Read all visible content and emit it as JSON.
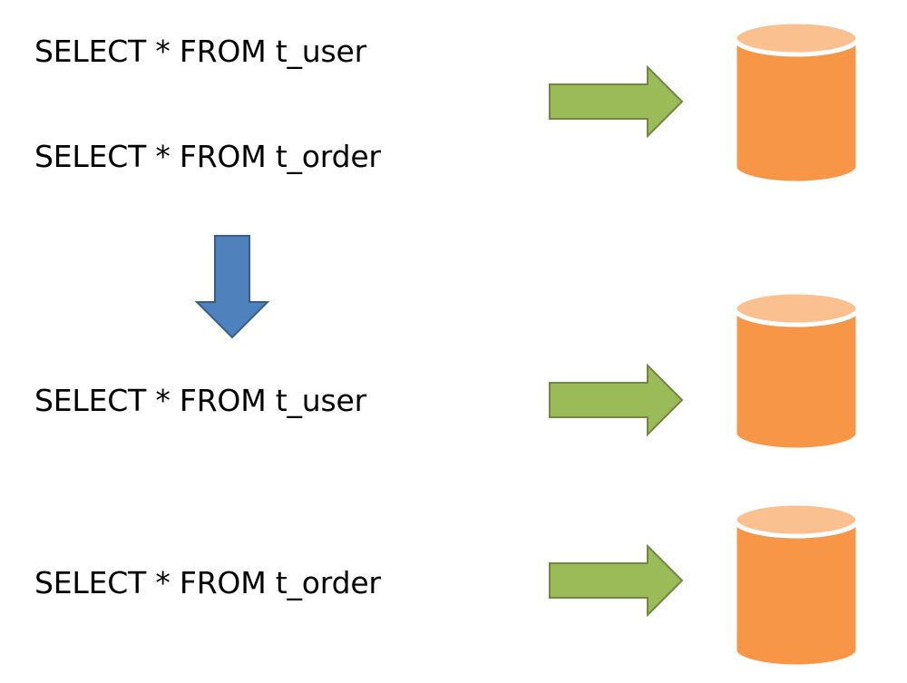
{
  "before": {
    "queries": [
      "SELECT * FROM t_user",
      "SELECT * FROM t_order"
    ]
  },
  "after": {
    "queries": [
      "SELECT * FROM t_user",
      "SELECT * FROM t_order"
    ]
  },
  "icons": {
    "forward_arrow": "right-arrow-icon",
    "transform_arrow": "down-arrow-icon",
    "database": "database-icon"
  },
  "colors": {
    "arrow_green_fill": "#9bbb59",
    "arrow_green_stroke": "#71893f",
    "arrow_blue_fill": "#4f81bd",
    "arrow_blue_stroke": "#385d8a",
    "db_body": "#f79646",
    "db_top": "#fac090",
    "db_outline": "#ffffff",
    "text": "#000000"
  }
}
